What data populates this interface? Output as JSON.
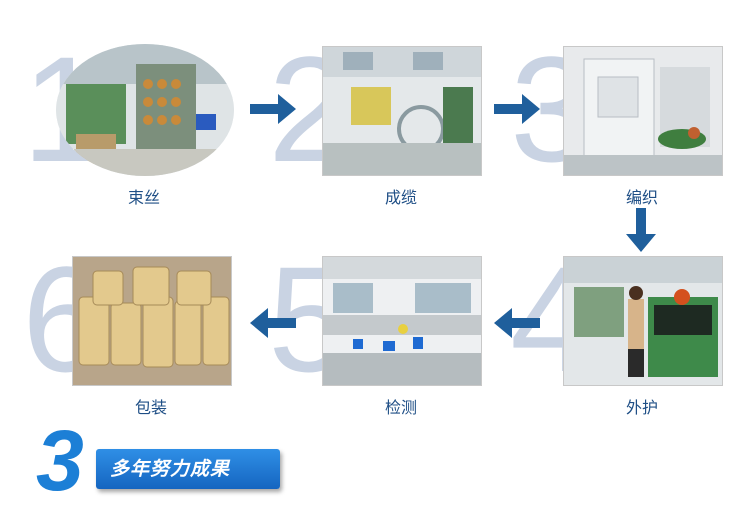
{
  "steps": [
    {
      "number": "1",
      "label": "束丝",
      "photo": "bunching-wire-photo"
    },
    {
      "number": "2",
      "label": "成缆",
      "photo": "cabling-photo"
    },
    {
      "number": "3",
      "label": "编织",
      "photo": "braiding-photo"
    },
    {
      "number": "4",
      "label": "外护",
      "photo": "sheathing-photo"
    },
    {
      "number": "5",
      "label": "检测",
      "photo": "testing-photo"
    },
    {
      "number": "6",
      "label": "包装",
      "photo": "packaging-photo"
    }
  ],
  "arrows": [
    "arrow-right-icon",
    "arrow-right-icon",
    "arrow-down-icon",
    "arrow-left-icon",
    "arrow-left-icon"
  ],
  "footer": {
    "number": "3",
    "slogan": "多年努力成果"
  },
  "colors": {
    "accent": "#1565c0",
    "arrow": "#1f5f9c",
    "number_watermark": "#c9d3e3",
    "caption": "#1f4f86"
  }
}
